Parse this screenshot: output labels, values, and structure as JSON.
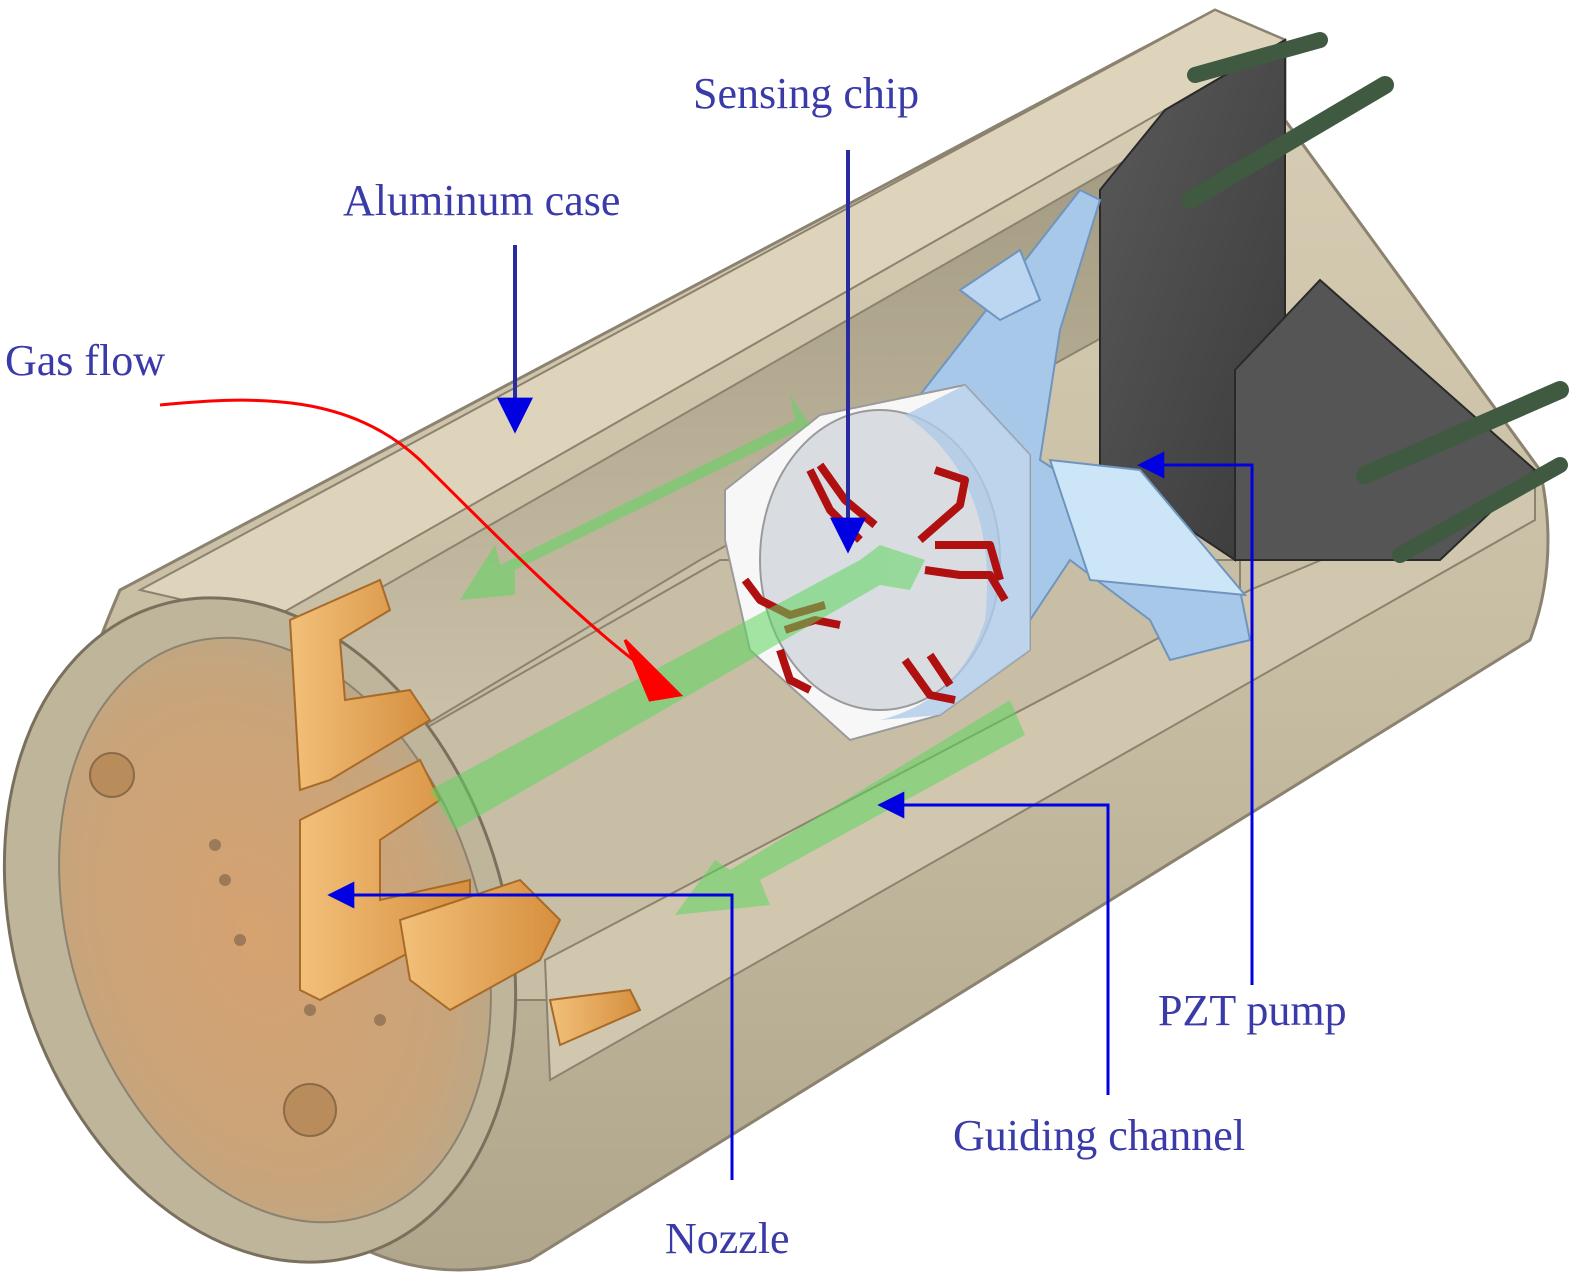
{
  "labels": {
    "sensing_chip": "Sensing chip",
    "aluminum_case": "Aluminum case",
    "gas_flow": "Gas flow",
    "pzt_pump": "PZT pump",
    "guiding_channel": "Guiding channel",
    "nozzle": "Nozzle"
  },
  "colors": {
    "label_text": "#3a3aa8",
    "leader_line": "#0000e0",
    "gas_flow_line": "#ff0000",
    "case_body": "#c9bfa6",
    "case_shadow": "#a89d83",
    "nozzle_copper": "#e2a55a",
    "flow_arrow": "#5fd65f",
    "pump_blue": "#a8c8ea",
    "electrode_red": "#b01010",
    "cap_dark": "#4a4a4a",
    "pins": "#3f5a40"
  }
}
